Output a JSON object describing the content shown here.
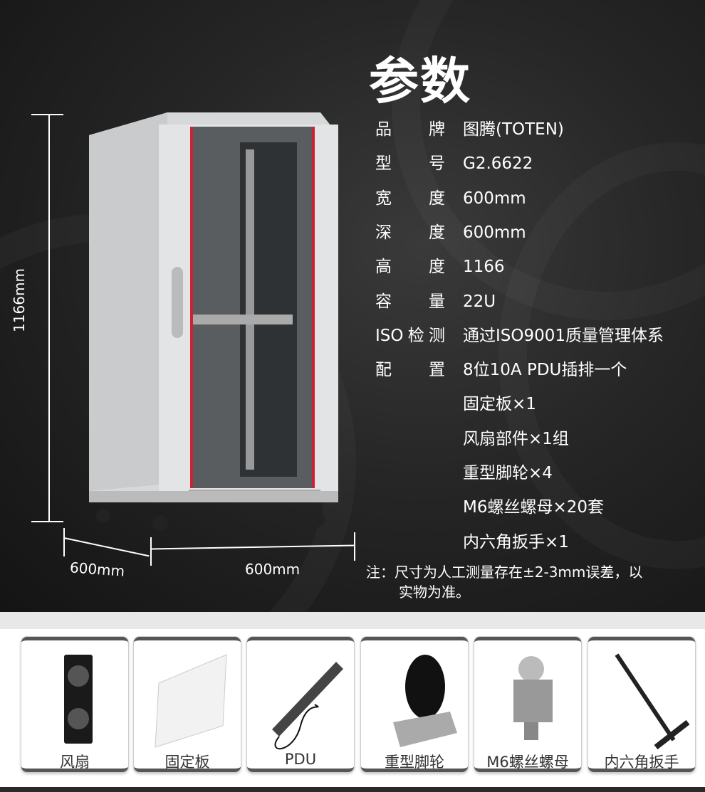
{
  "title": "参数",
  "specs": [
    {
      "label": "品牌",
      "value": "图腾(TOTEN)"
    },
    {
      "label": "型号",
      "value": "G2.6622"
    },
    {
      "label": "宽度",
      "value": "600mm"
    },
    {
      "label": "深度",
      "value": "600mm"
    },
    {
      "label": "高度",
      "value": "1166"
    },
    {
      "label": "容量",
      "value": "22U"
    },
    {
      "label": "ISO检测",
      "value": "通过ISO9001质量管理体系"
    },
    {
      "label": "配置",
      "value": "8位10A  PDU插排一个"
    },
    {
      "label": "",
      "value": "固定板×1"
    },
    {
      "label": "",
      "value": "风扇部件×1组"
    },
    {
      "label": "",
      "value": "重型脚轮×4"
    },
    {
      "label": "",
      "value": "M6螺丝螺母×20套"
    },
    {
      "label": "",
      "value": "内六角扳手×1"
    }
  ],
  "note": {
    "line1": "注：尺寸为人工测量存在±2-3mm误差，以",
    "line2": "实物为准。"
  },
  "dimensions": {
    "height": "1166mm",
    "depth": "600mm",
    "width": "600mm"
  },
  "accessories": [
    "风扇",
    "固定板",
    "PDU",
    "重型脚轮",
    "M6螺丝螺母",
    "内六角扳手"
  ]
}
